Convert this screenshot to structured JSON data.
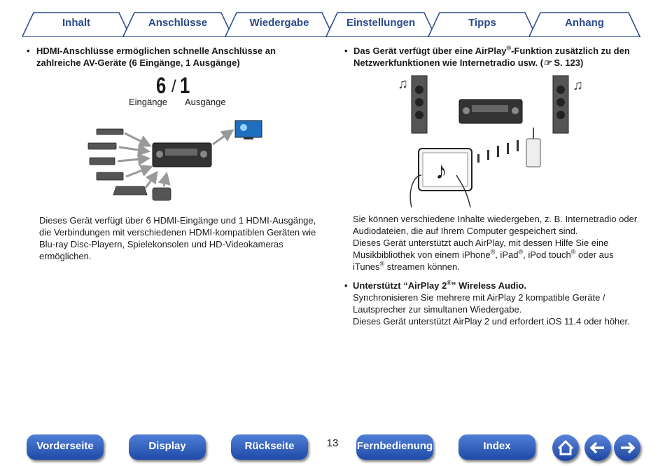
{
  "tabs": [
    {
      "label": "Inhalt"
    },
    {
      "label": "Anschlüsse"
    },
    {
      "label": "Wiedergabe"
    },
    {
      "label": "Einstellungen"
    },
    {
      "label": "Tipps"
    },
    {
      "label": "Anhang"
    }
  ],
  "left": {
    "bullet_heading": "HDMI-Anschlüsse ermöglichen schnelle Anschlüsse an zahlreiche AV-Geräte (6 Eingänge, 1 Ausgänge)",
    "count_inputs": "6",
    "count_sep": "/",
    "count_outputs": "1",
    "label_inputs": "Eingänge",
    "label_outputs": "Ausgänge",
    "body": "Dieses Gerät verfügt über 6 HDMI-Eingänge und 1 HDMI-Ausgänge, die Verbindungen mit verschiedenen HDMI-kompatiblen Geräten wie Blu-ray Disc-Playern, Spielekonsolen und HD-Videokameras ermöglichen."
  },
  "right": {
    "bullet1_a": "Das Gerät verfügt über eine AirPlay",
    "bullet1_reg": "®",
    "bullet1_b": "-Funktion zusätzlich zu den Netzwerkfunktionen wie Internetradio usw.  (",
    "bullet1_ref": "S. 123)",
    "para1": "Sie können verschiedene Inhalte wiedergeben, z. B. Internetradio oder Audiodateien, die auf Ihrem Computer gespeichert sind.",
    "para2_a": "Dieses Gerät unterstützt auch AirPlay, mit dessen Hilfe Sie eine Musikbibliothek von einem iPhone",
    "para2_b": ", iPad",
    "para2_c": ", iPod touch",
    "para2_d": " oder aus iTunes",
    "para2_e": " streamen können.",
    "reg": "®",
    "bullet2_a": "Unterstützt “AirPlay 2",
    "bullet2_b": "” Wireless Audio.",
    "bullet2_p1": "Synchronisieren Sie mehrere mit AirPlay 2 kompatible Geräte / Lautsprecher zur simultanen Wiedergabe.",
    "bullet2_p2": "Dieses Gerät unterstützt AirPlay 2 und erfordert iOS 11.4 oder höher."
  },
  "footer": {
    "btn_front": "Vorderseite",
    "btn_display": "Display",
    "btn_back": "Rückseite",
    "page": "13",
    "btn_remote": "Fernbedienung",
    "btn_index": "Index"
  },
  "colors": {
    "accent": "#2a4a8a",
    "button": "#1f4aa8"
  }
}
